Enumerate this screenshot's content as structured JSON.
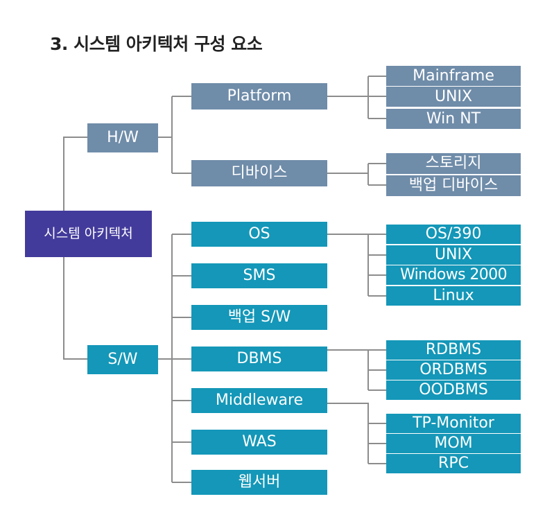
{
  "title": "3. 시스템 아키텍처 구성 요소",
  "colors": {
    "root": "#433b9b",
    "hardware": "#6f8ca9",
    "software": "#1497b8",
    "connector": "#8c8c8c"
  },
  "root": {
    "label": "시스템 아키텍처"
  },
  "hw": {
    "label": "H/W",
    "platform": {
      "label": "Platform",
      "items": [
        "Mainframe",
        "UNIX",
        "Win NT"
      ]
    },
    "device": {
      "label": "디바이스",
      "items": [
        "스토리지",
        "백업 디바이스"
      ]
    }
  },
  "sw": {
    "label": "S/W",
    "os": {
      "label": "OS",
      "items": [
        "OS/390",
        "UNIX",
        "Windows 2000",
        "Linux"
      ]
    },
    "sms": {
      "label": "SMS"
    },
    "backup": {
      "label": "백업 S/W"
    },
    "dbms": {
      "label": "DBMS",
      "items": [
        "RDBMS",
        "ORDBMS",
        "OODBMS"
      ]
    },
    "middleware": {
      "label": "Middleware",
      "items": [
        "TP-Monitor",
        "MOM",
        "RPC"
      ]
    },
    "was": {
      "label": "WAS"
    },
    "webserver": {
      "label": "웹서버"
    }
  }
}
